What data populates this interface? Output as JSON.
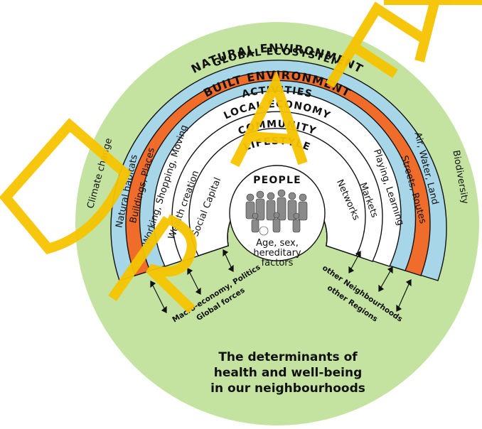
{
  "diagram": {
    "outer": "GLOBAL ECOSYSTEM",
    "rings": [
      "NATURAL ENVIRONMENT",
      "BUILT ENVIRONMENT",
      "ACTIVITIES",
      "LOCAL ECONOMY",
      "COMMUNITY",
      "LIFESTYLE",
      "PEOPLE"
    ],
    "core_caption": [
      "Age, sex,",
      "hereditary",
      "factors"
    ],
    "left_side": {
      "global": "Climate change",
      "natural": "Natural habitats",
      "built": "Buildings, Places",
      "activities": "Working, Shopping, Moving",
      "economy": "Wealth creation",
      "community": "Social Capital"
    },
    "right_side": {
      "global": "Biodiversity",
      "natural": "Air, Water, Land",
      "built": "Streets, Routes",
      "activities": "Playing, Learning",
      "economy": "Markets",
      "community": "Networks"
    },
    "left_influences": [
      "Macro-economy, Politics",
      "Global forces"
    ],
    "right_influences": [
      "other Neighbourhoods",
      "other Regions"
    ],
    "caption": [
      "The determinants of",
      "health and well-being",
      "in our neighbourhoods"
    ],
    "watermark": "DRAFT",
    "colors": {
      "global": "#c4e3a0",
      "natural": "#a6d6e8",
      "built": "#ef6c2a",
      "inner": "#ffffff",
      "stroke": "#111111",
      "watermark": "#f5c400"
    }
  }
}
